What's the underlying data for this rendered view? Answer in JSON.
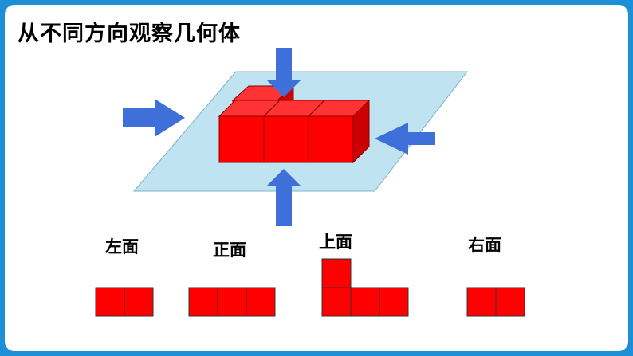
{
  "title": "从不同方向观察几何体",
  "views": {
    "left": {
      "label": "左面"
    },
    "front": {
      "label": "正面"
    },
    "top": {
      "label": "上面"
    },
    "right": {
      "label": "右面"
    }
  },
  "colors": {
    "border": "#1c8fd6",
    "plane": "#bfe3f0",
    "cube_front": "#ff0000",
    "cube_top": "#ff3333",
    "cube_side": "#cc0000",
    "arrow": "#3f6fd8"
  }
}
